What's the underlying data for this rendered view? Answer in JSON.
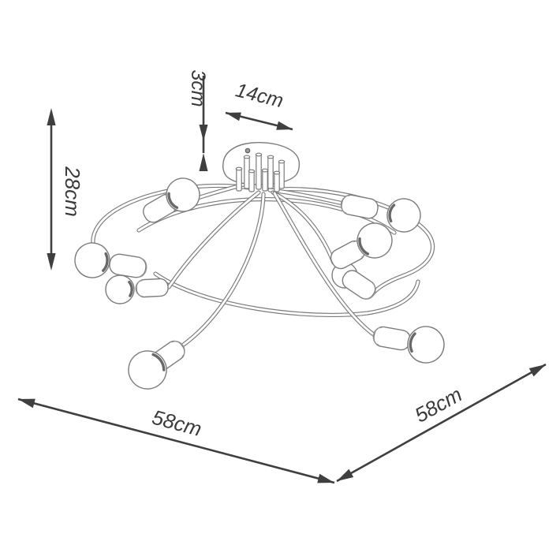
{
  "dimensions": {
    "canopy_height": {
      "label": "3cm",
      "value": 3,
      "unit": "cm",
      "orientation": "vertical",
      "position": "top-left-of-canopy"
    },
    "canopy_width": {
      "label": "14cm",
      "value": 14,
      "unit": "cm",
      "orientation": "diagonal",
      "position": "above-canopy"
    },
    "fixture_height": {
      "label": "28cm",
      "value": 28,
      "unit": "cm",
      "orientation": "vertical",
      "position": "left"
    },
    "width": {
      "label": "58cm",
      "value": 58,
      "unit": "cm",
      "orientation": "diagonal",
      "position": "bottom-left"
    },
    "depth": {
      "label": "58cm",
      "value": 58,
      "unit": "cm",
      "orientation": "diagonal",
      "position": "bottom-right"
    }
  },
  "lamp": {
    "bulb_count": 8,
    "style": "line-drawing"
  },
  "colors": {
    "background": "#ffffff",
    "drawing_line": "#7b7b7b",
    "dimension_line": "#3f3f3f",
    "label_text": "#3a3a3a"
  }
}
